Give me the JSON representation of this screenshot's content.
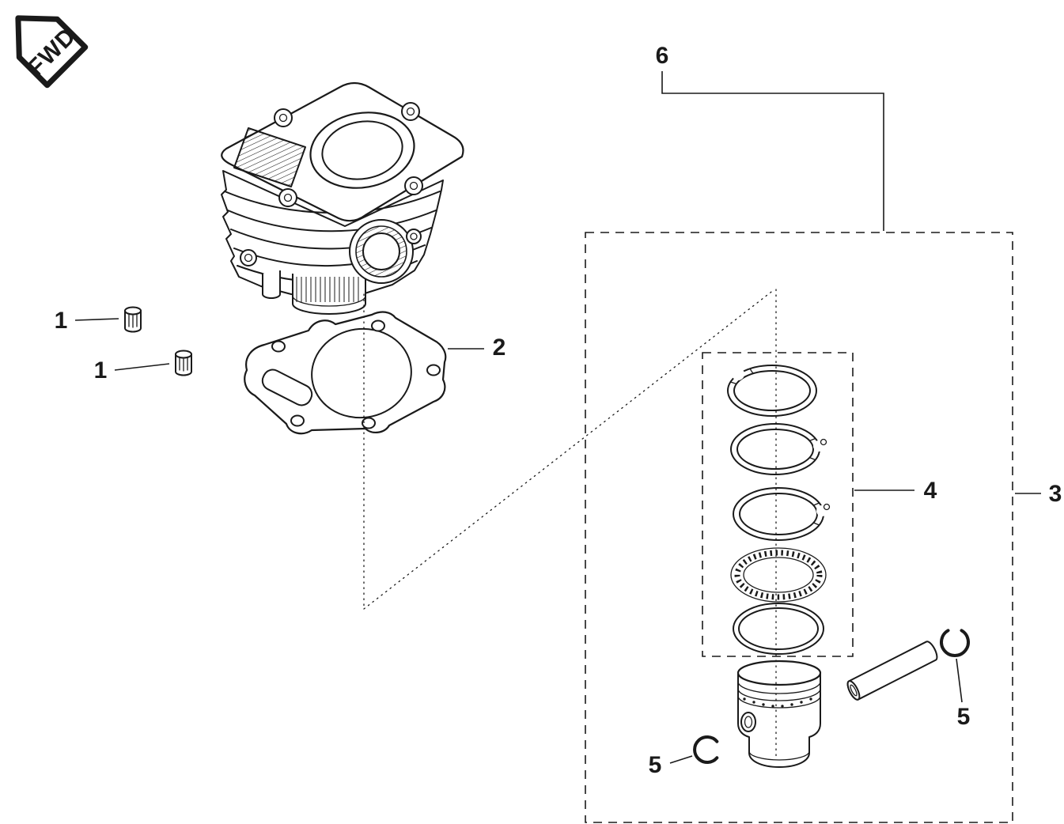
{
  "colors": {
    "background": "#ffffff",
    "ink": "#1a1a1a"
  },
  "badge": {
    "label": "FWD"
  },
  "callouts": {
    "dowel_pin_a": "1",
    "dowel_pin_b": "1",
    "gasket": "2",
    "piston_assembly": "3",
    "ring_set": "4",
    "circlip_left": "5",
    "circlip_right": "5",
    "cylinder": "6"
  }
}
